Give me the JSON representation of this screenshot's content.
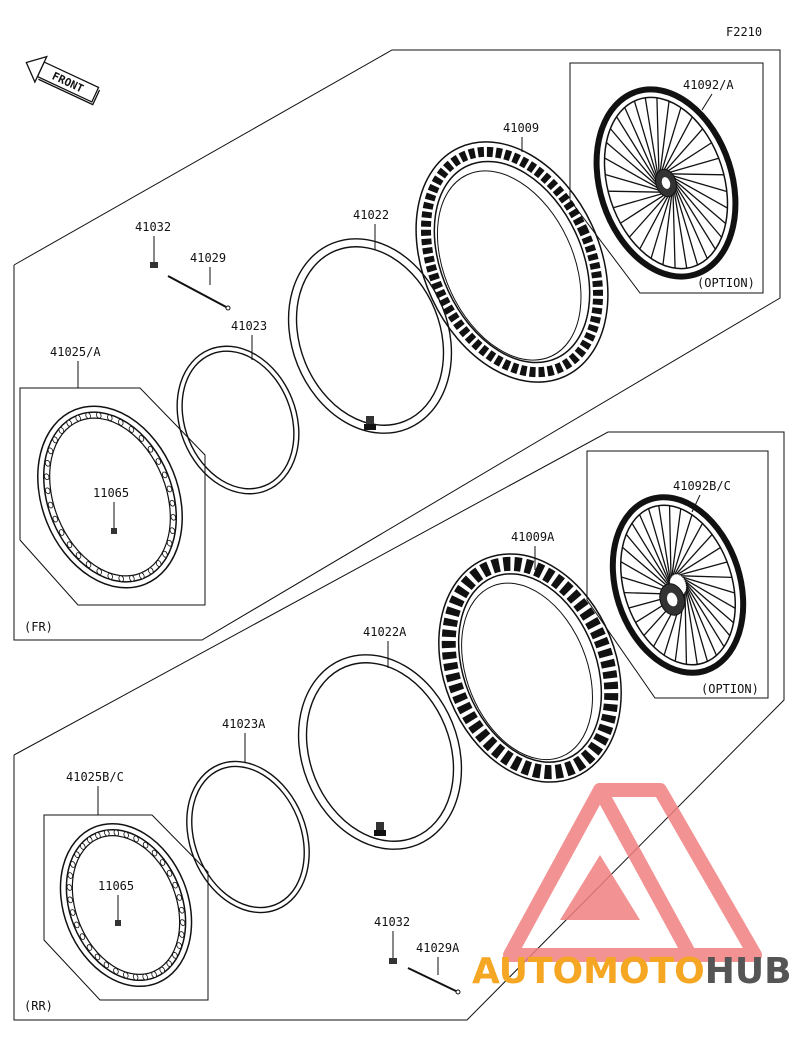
{
  "figure_code": "F2210",
  "front_arrow_label": "FRONT",
  "sections": {
    "front": {
      "tag": "(FR)",
      "option_label": "(OPTION)",
      "parts": {
        "valve_cap": "41032",
        "spoke": "41029",
        "tube": "41022",
        "tire": "41009",
        "wheel_assy": "41092/A",
        "rim_band": "41023",
        "rim": "41025/A",
        "bolt": "11065"
      }
    },
    "rear": {
      "tag": "(RR)",
      "option_label": "(OPTION)",
      "parts": {
        "wheel_assy": "41092B/C",
        "tire": "41009A",
        "tube": "41022A",
        "rim_band": "41023A",
        "rim": "41025B/C",
        "bolt": "11065",
        "valve_cap": "41032",
        "spoke": "41029A"
      }
    }
  },
  "watermark": {
    "brand_part1": "AUTOMOTO",
    "brand_part2": "HUB",
    "color_primary": "#f5a623",
    "color_secondary": "#555555",
    "logo_color": "#f08080"
  }
}
